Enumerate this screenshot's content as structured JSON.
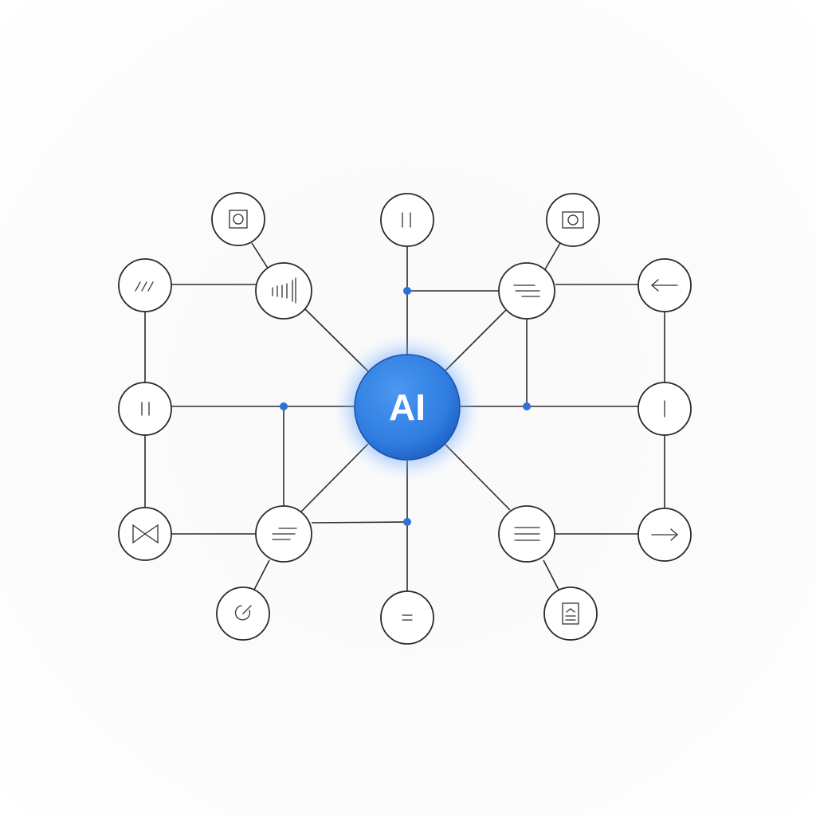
{
  "hub": {
    "label": "AI",
    "color": "#2f7de0",
    "glow": "#5aa0ff"
  },
  "colors": {
    "line": "#2c2c2c",
    "junction": "#2f6fd6"
  },
  "nodes": [
    {
      "id": "top-left-small",
      "icon": "target-box-icon"
    },
    {
      "id": "top-center",
      "icon": "pause-bars-icon"
    },
    {
      "id": "top-right-small",
      "icon": "target-box-icon"
    },
    {
      "id": "upper-left-outer",
      "icon": "slashes-icon"
    },
    {
      "id": "upper-left-inner",
      "icon": "bar-chart-icon"
    },
    {
      "id": "upper-right-inner",
      "icon": "text-lines-icon"
    },
    {
      "id": "upper-right-outer",
      "icon": "arrow-left-icon"
    },
    {
      "id": "mid-left",
      "icon": "pause-bars-icon"
    },
    {
      "id": "mid-right",
      "icon": "single-bar-icon"
    },
    {
      "id": "lower-left-outer",
      "icon": "bowtie-icon"
    },
    {
      "id": "lower-left-inner",
      "icon": "text-lines-icon"
    },
    {
      "id": "lower-right-inner",
      "icon": "menu-lines-icon"
    },
    {
      "id": "lower-right-outer",
      "icon": "arrow-right-icon"
    },
    {
      "id": "bottom-left-small",
      "icon": "refresh-icon"
    },
    {
      "id": "bottom-center",
      "icon": "equals-icon"
    },
    {
      "id": "bottom-right-small",
      "icon": "document-icon"
    }
  ]
}
